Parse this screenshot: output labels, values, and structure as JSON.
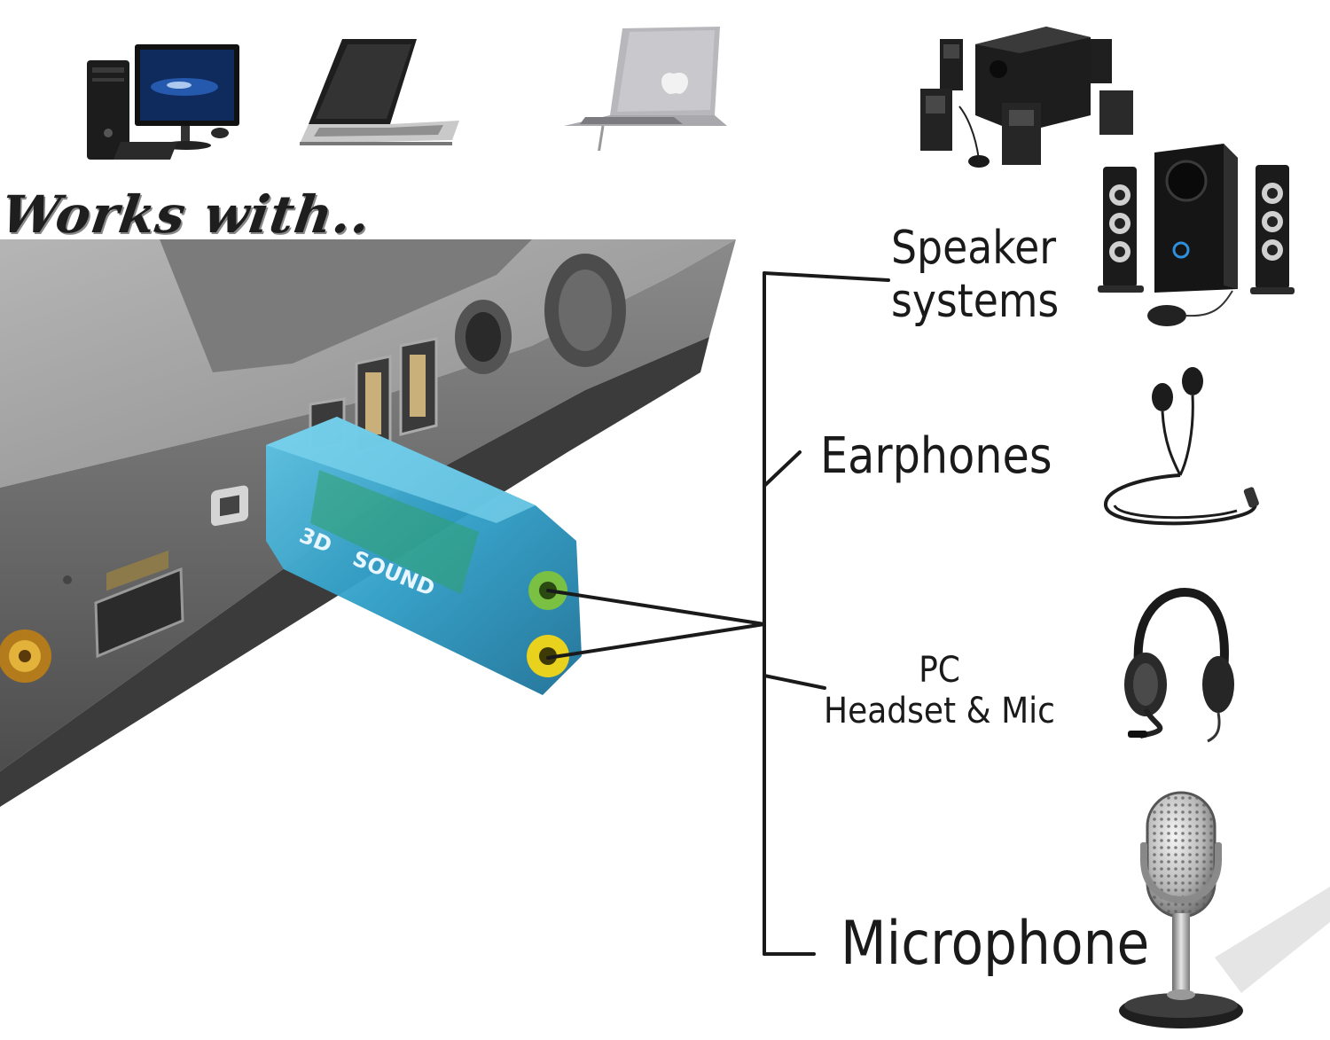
{
  "header": {
    "title": "Works with..",
    "devices": [
      "desktop-pc",
      "laptop-windows",
      "macbook",
      "5-1-speaker-set"
    ]
  },
  "adapter": {
    "label_prefix": "3D",
    "label_suffix": "SOUND",
    "ports": [
      "green-output-jack",
      "yellow-mic-jack"
    ]
  },
  "outputs": [
    {
      "label_lines": [
        "Speaker",
        "systems"
      ],
      "icon": "speaker-system-icon"
    },
    {
      "label": "Earphones",
      "icon": "earphones-icon"
    },
    {
      "label_lines": [
        "PC",
        "Headset & Mic"
      ],
      "icon": "headset-icon"
    },
    {
      "label": "Microphone",
      "icon": "microphone-icon"
    }
  ],
  "colors": {
    "text": "#1a1a1a",
    "laptop_body": "#6f6f6f",
    "adapter_blue": "#2f9fc8",
    "jack_green": "#7ac143",
    "jack_yellow": "#e8d21e"
  }
}
